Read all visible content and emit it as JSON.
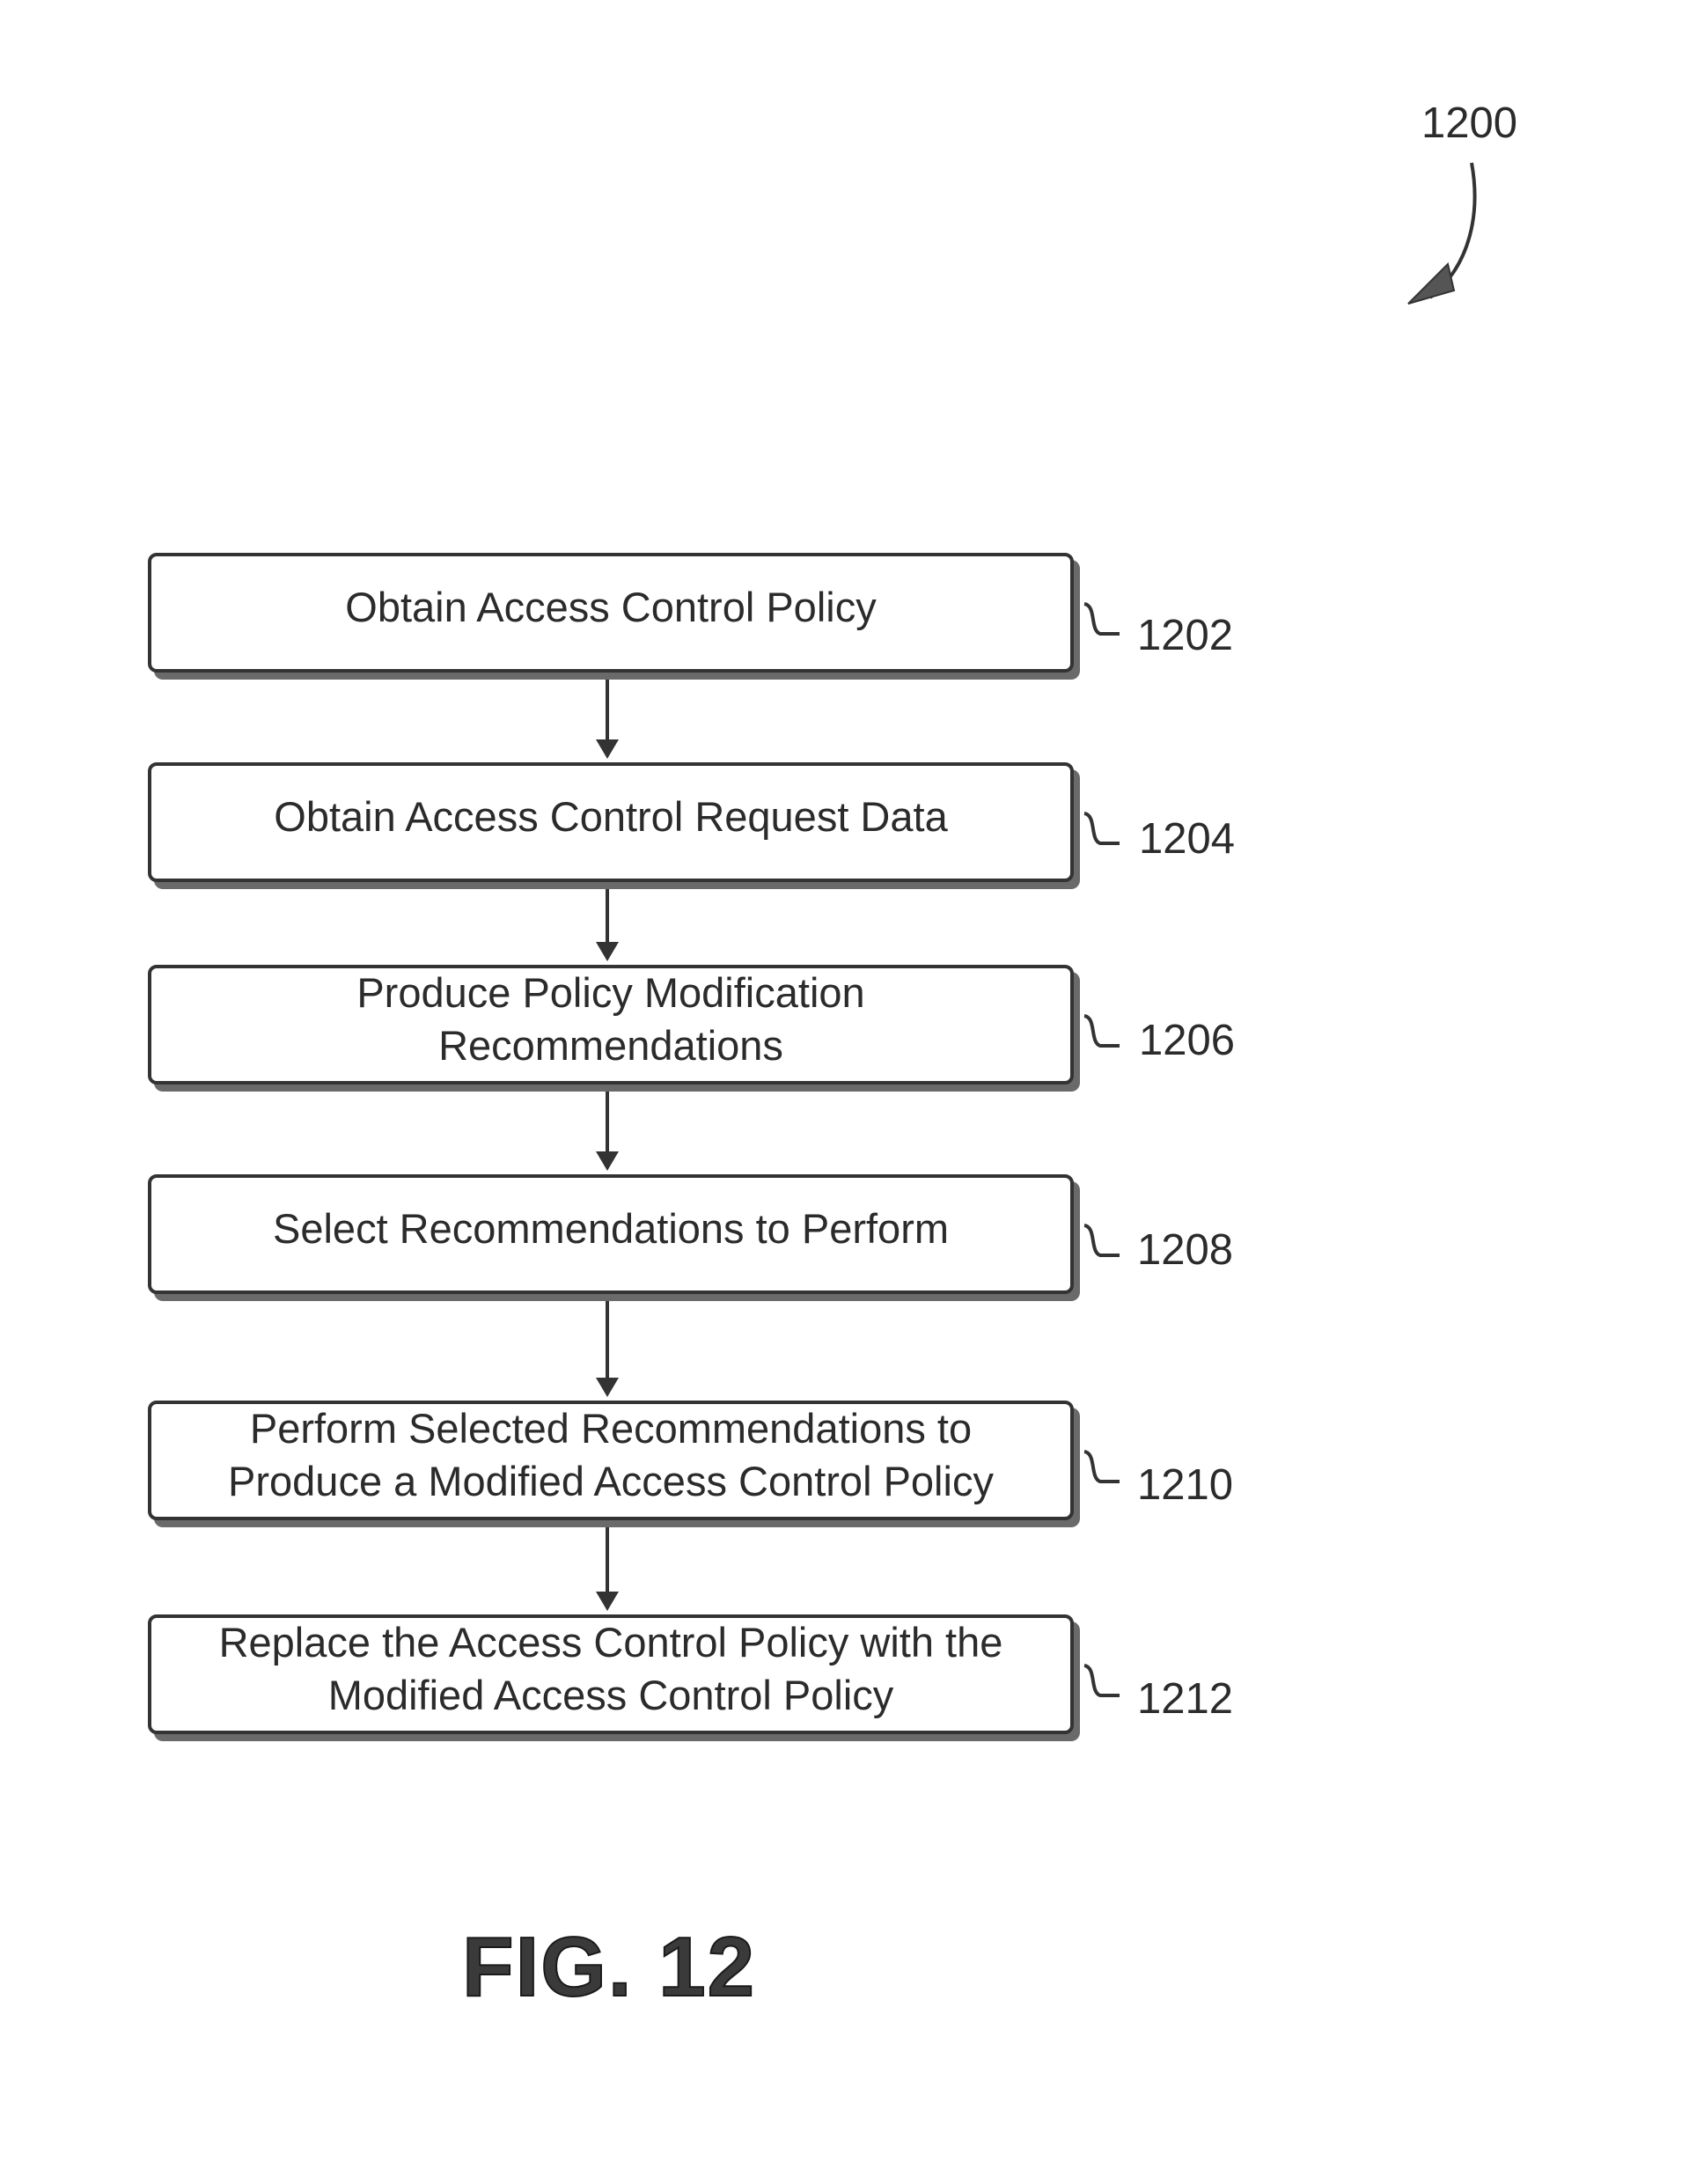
{
  "figure": {
    "reference": "1200",
    "caption": "FIG. 12"
  },
  "steps": [
    {
      "ref": "1202",
      "label": "Obtain Access Control Policy"
    },
    {
      "ref": "1204",
      "label": "Obtain Access Control Request Data"
    },
    {
      "ref": "1206",
      "label": "Produce Policy Modification\nRecommendations"
    },
    {
      "ref": "1208",
      "label": "Select Recommendations to Perform"
    },
    {
      "ref": "1210",
      "label": "Perform Selected Recommendations to\nProduce a Modified Access Control Policy"
    },
    {
      "ref": "1212",
      "label": "Replace the Access Control Policy with the\nModified Access Control Policy"
    }
  ],
  "colors": {
    "line": "#333333",
    "shadow": "#6a6a6a",
    "text": "#2b2b2b"
  }
}
